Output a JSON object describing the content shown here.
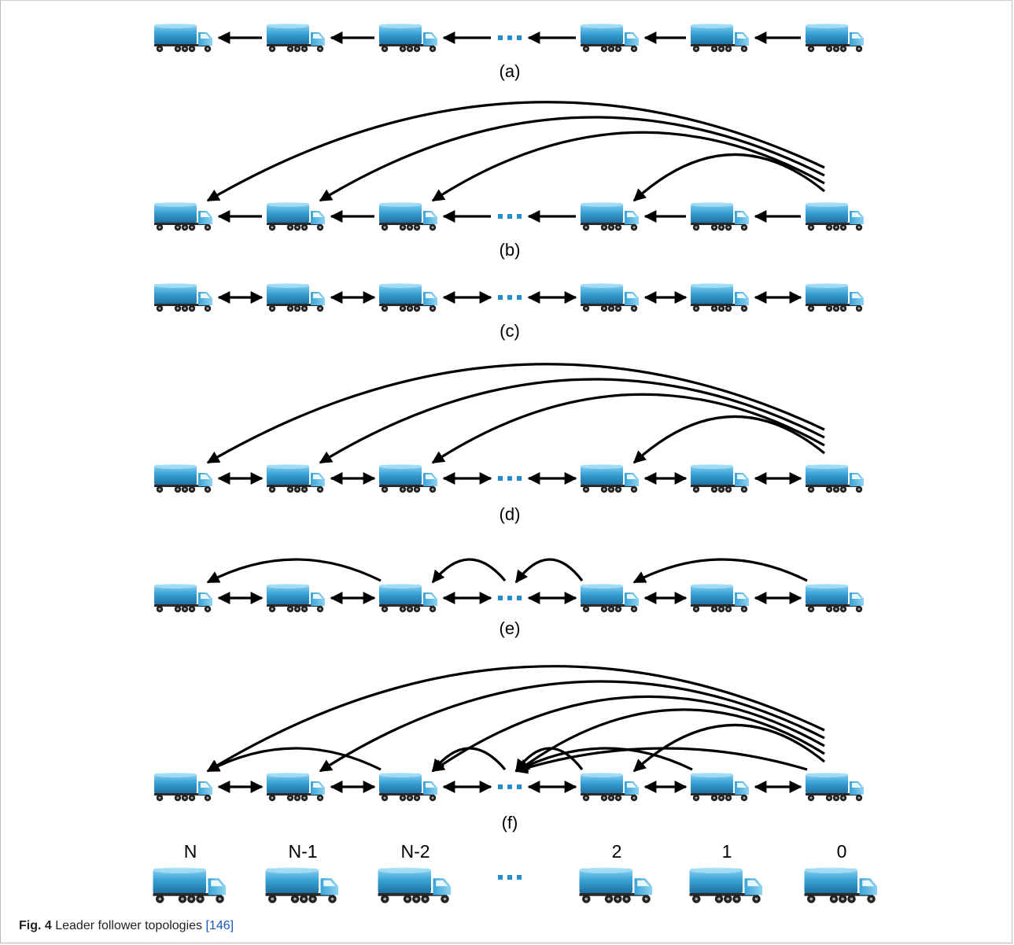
{
  "figure": {
    "caption": {
      "prefix": "Fig. 4",
      "text": " Leader follower topologies ",
      "reference": "[146]"
    },
    "colors": {
      "truck_body": "#3aa3d6",
      "truck_dark": "#1b6d9b",
      "arrow": "#000000",
      "ellipsis": "#2390c9"
    },
    "ellipsis": "▪▪▪",
    "vehicle_positions": [
      "N",
      "N-1",
      "N-2",
      "2",
      "1",
      "0"
    ],
    "panels": [
      {
        "label": "(a)",
        "adjacent_links": "predecessor",
        "long_arcs_from_leader": [],
        "skip_arcs": []
      },
      {
        "label": "(b)",
        "adjacent_links": "predecessor",
        "long_arcs_from_leader": [
          "N",
          "N-1",
          "N-2",
          "2"
        ],
        "skip_arcs": []
      },
      {
        "label": "(c)",
        "adjacent_links": "bidirectional",
        "long_arcs_from_leader": [],
        "skip_arcs": []
      },
      {
        "label": "(d)",
        "adjacent_links": "bidirectional",
        "long_arcs_from_leader": [
          "N",
          "N-1",
          "N-2",
          "2"
        ],
        "skip_arcs": []
      },
      {
        "label": "(e)",
        "adjacent_links": "bidirectional",
        "long_arcs_from_leader": [],
        "skip_arcs": [
          [
            "N-2",
            "N"
          ],
          [
            "...",
            "N-2"
          ],
          [
            "2",
            "..."
          ],
          [
            "0",
            "2"
          ]
        ]
      },
      {
        "label": "(f)",
        "adjacent_links": "bidirectional",
        "long_arcs_from_leader": [
          "N",
          "N-1",
          "N-2",
          "...",
          "2"
        ],
        "skip_arcs": [
          [
            "N-2",
            "N"
          ],
          [
            "...",
            "N-2"
          ],
          [
            "2",
            "..."
          ],
          [
            "1",
            "..."
          ],
          [
            "0",
            "..."
          ]
        ]
      }
    ]
  }
}
